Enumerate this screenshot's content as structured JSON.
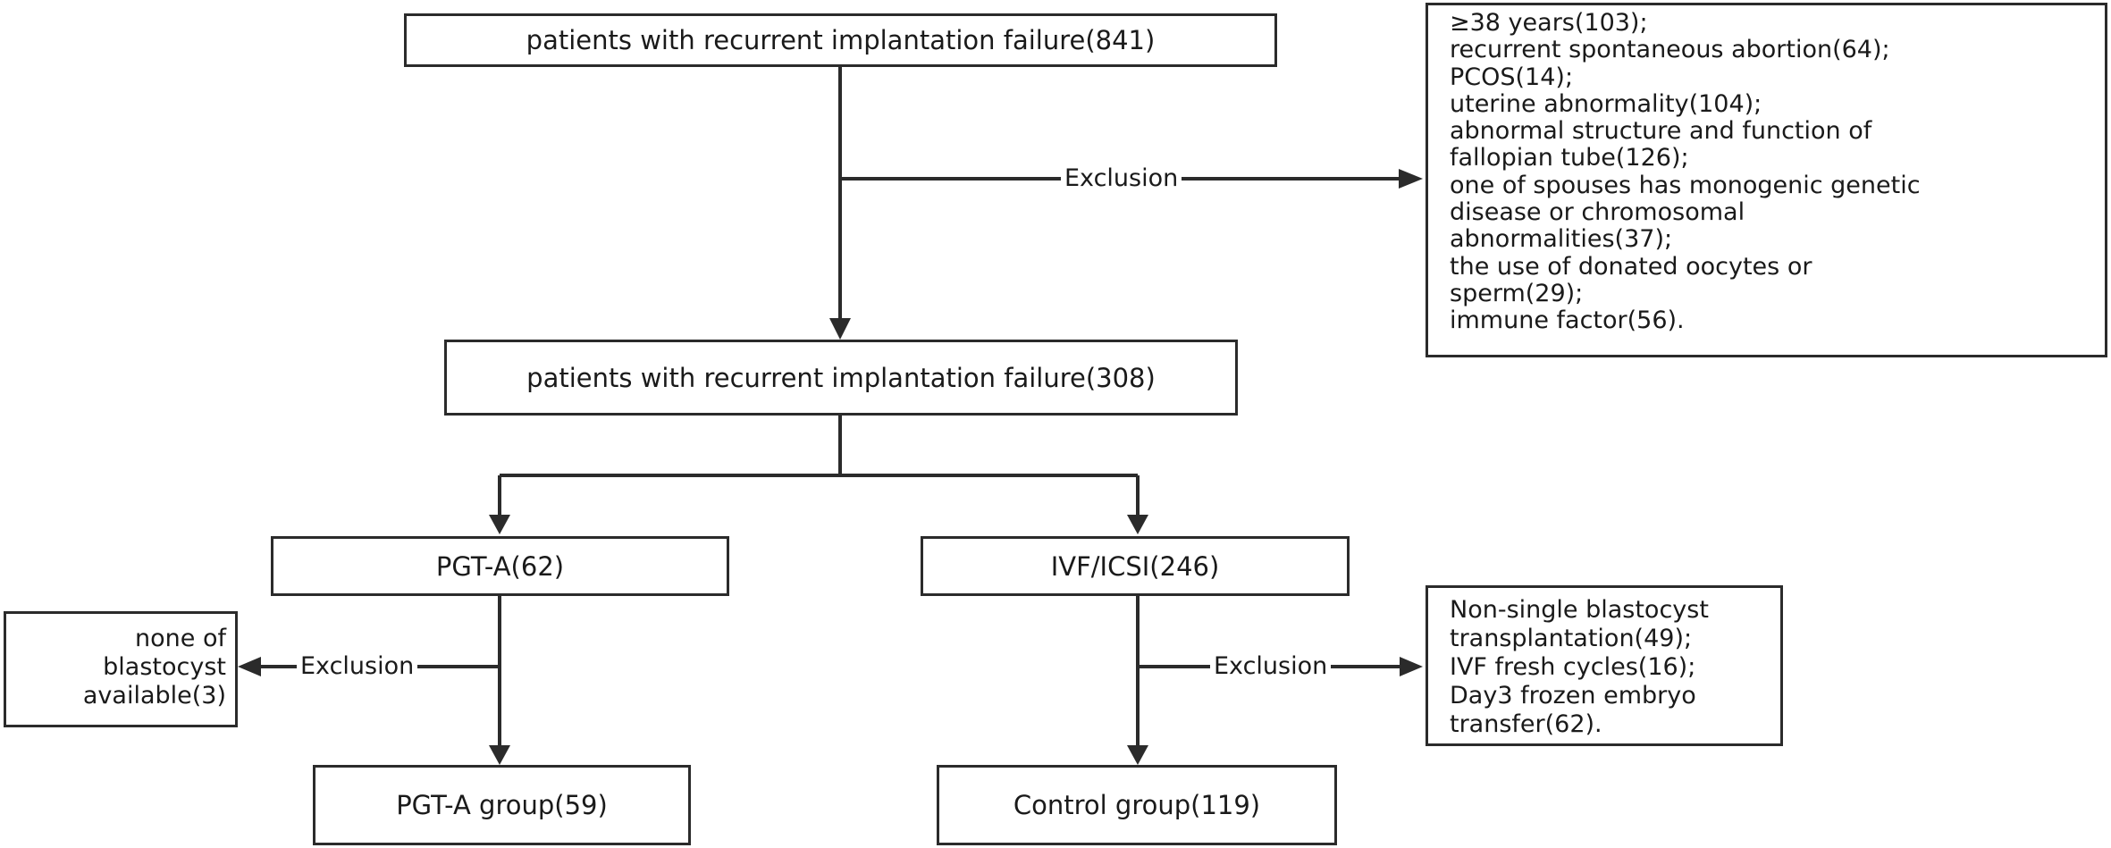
{
  "nodes": {
    "start": "patients with recurrent implantation failure(841)",
    "after_exclusion": "patients with recurrent implantation failure(308)",
    "pgt_a": "PGT-A(62)",
    "ivf_icsi": "IVF/ICSI(246)",
    "pgt_a_group": "PGT-A group(59)",
    "control_group": "Control group(119)"
  },
  "exclusion_label": "Exclusion",
  "exclusion_top": [
    "≥38 years(103);",
    "recurrent spontaneous abortion(64);",
    "PCOS(14);",
    "uterine abnormality(104);",
    "abnormal structure and function of",
    "fallopian tube(126);",
    "one of spouses has monogenic genetic",
    "disease or chromosomal",
    "abnormalities(37);",
    "the use of donated oocytes or",
    "sperm(29);",
    "immune factor(56)."
  ],
  "exclusion_pgt": [
    "none of",
    "blastocyst",
    "available(3)"
  ],
  "exclusion_ivf": [
    "Non-single blastocyst",
    "transplantation(49);",
    "IVF fresh cycles(16);",
    "Day3 frozen embryo",
    "transfer(62)."
  ]
}
